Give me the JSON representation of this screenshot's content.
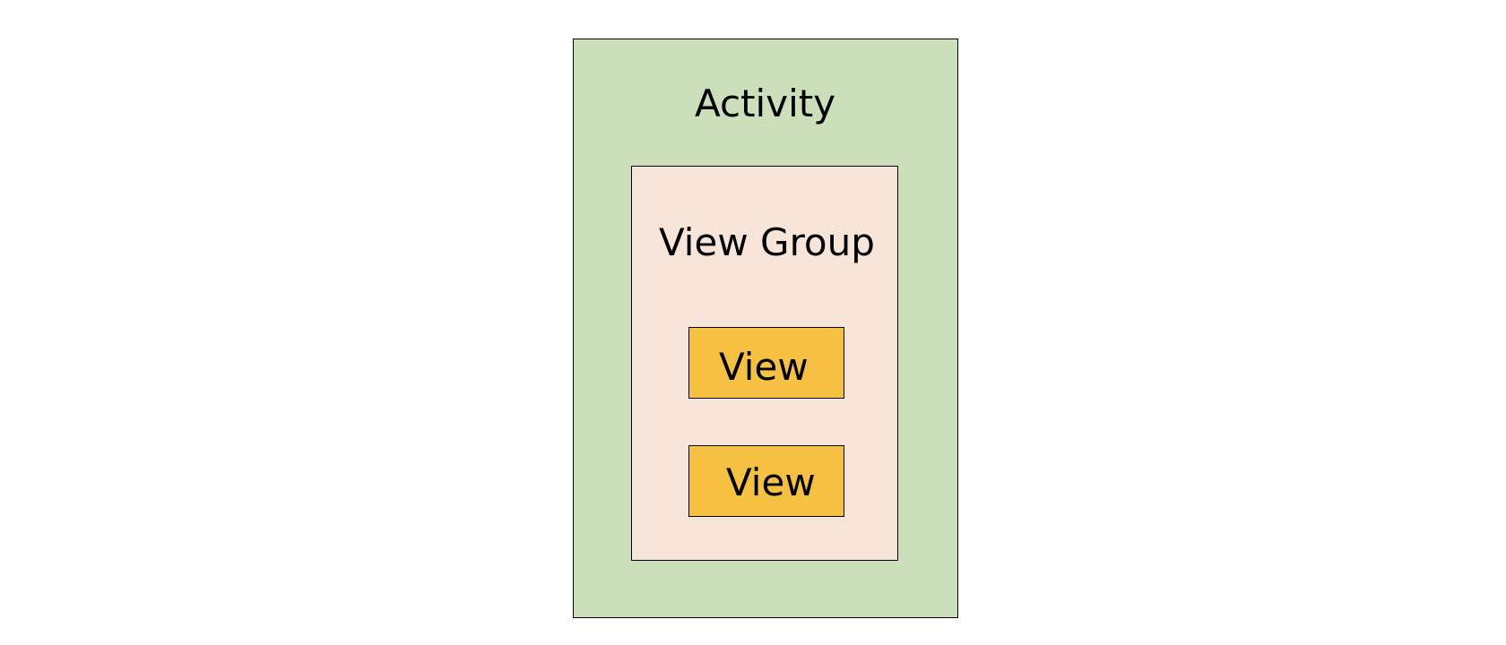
{
  "diagram": {
    "activity": {
      "label": "Activity",
      "fill": "#cbdfba"
    },
    "view_group": {
      "label": "View Group",
      "fill": "#f8e5da"
    },
    "views": [
      {
        "label": "View",
        "fill": "#f6c142"
      },
      {
        "label": "View",
        "fill": "#f6c142"
      }
    ]
  }
}
